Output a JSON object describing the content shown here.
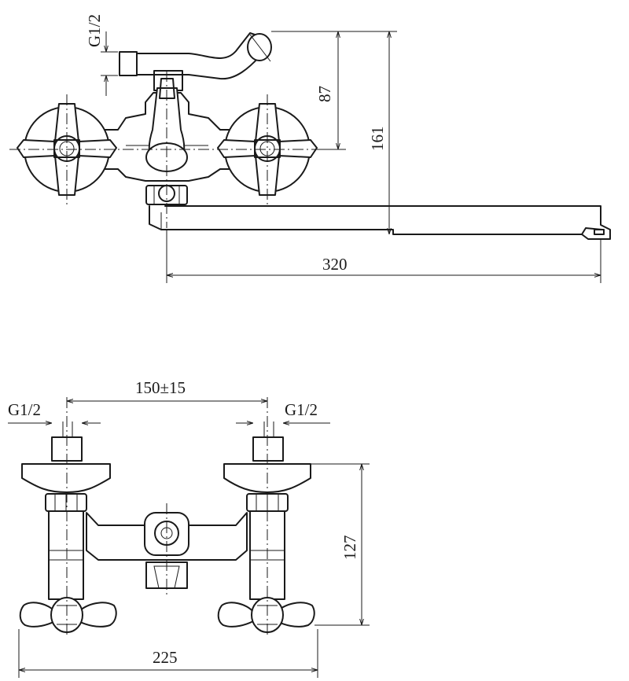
{
  "top_view": {
    "thread_label": "G1/2",
    "height_87": "87",
    "height_161": "161",
    "spout_length": "320"
  },
  "front_view": {
    "spacing_label": "150±15",
    "thread_left": "G1/2",
    "thread_right": "G1/2",
    "height_127": "127",
    "width_225": "225"
  }
}
